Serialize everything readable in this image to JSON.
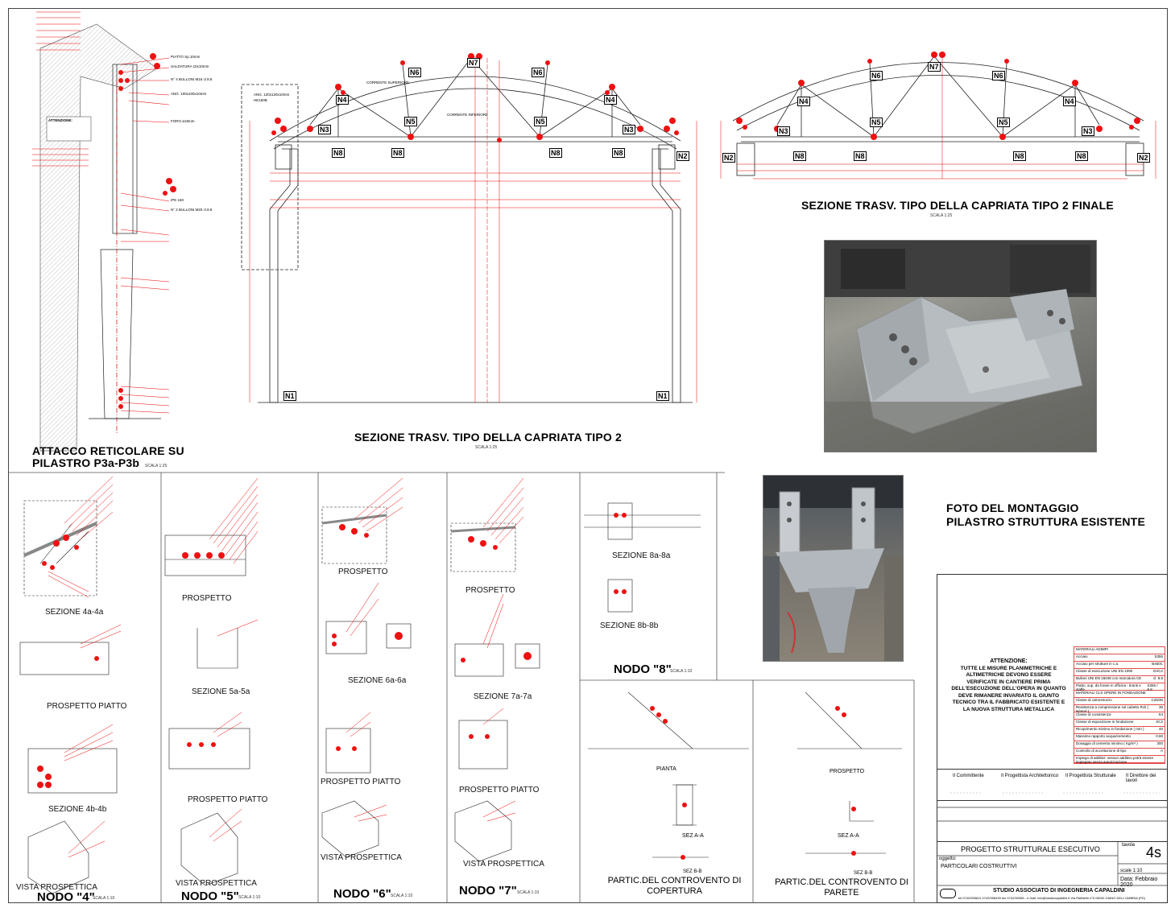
{
  "drawing": {
    "titles": {
      "attacco": "ATTACCO RETICOLARE SU PILASTRO P3a-P3b",
      "attacco_scale": "SCALA 1:25",
      "sezione_tipo2": "SEZIONE TRASV. TIPO DELLA CAPRIATA TIPO 2",
      "sezione_tipo2_scale": "SCALA 1:25",
      "sezione_tipo2_finale": "SEZIONE TRASV. TIPO DELLA CAPRIATA TIPO 2 FINALE",
      "sezione_tipo2_finale_scale": "SCALA 1:25",
      "foto_montaggio_line1": "FOTO DEL MONTAGGIO",
      "foto_montaggio_line2": "PILASTRO STRUTTURA ESISTENTE"
    },
    "truss_nodes": [
      "N1",
      "N2",
      "N3",
      "N4",
      "N5",
      "N6",
      "N7",
      "N8"
    ],
    "attention_header": "ATTENZIONE:",
    "attention_body": "TUTTE LE MISURE PLANIMETRICHE E ALTIMETRICHE DEVONO ESSERE VERIFICATE IN CANTIERE PRIMA DELL'ESECUZIONE DELL'OPERA IN QUANTO DEVE RIMANERE INVARIATO IL GIUNTO TECNICO TRA IL FABBRICATO ESISTENTE E LA NUOVA STRUTTURA METALLICA",
    "details": {
      "sezione_4a": "SEZIONE 4a-4a",
      "prospetto_piatto_4": "PROSPETTO PIATTO",
      "sezione_4b": "SEZIONE 4b-4b",
      "vista_prospettica_4": "VISTA PROSPETTICA",
      "nodo_4": "NODO \"4\"",
      "prospetto_5": "PROSPETTO",
      "sezione_5a": "SEZIONE 5a-5a",
      "prospetto_piatto_5": "PROSPETTO PIATTO",
      "vista_prospettica_5": "VISTA PROSPETTICA",
      "nodo_5": "NODO \"5\"",
      "prospetto_6": "PROSPETTO",
      "sezione_6a": "SEZIONE 6a-6a",
      "prospetto_piatto_6": "PROSPETTO PIATTO",
      "vista_prospettica_6": "VISTA PROSPETTICA",
      "nodo_6": "NODO \"6\"",
      "prospetto_7": "PROSPETTO",
      "sezione_7a": "SEZIONE 7a-7a",
      "prospetto_piatto_7": "PROSPETTO PIATTO",
      "vista_prospettica_7": "VISTA PROSPETTICA",
      "nodo_7": "NODO \"7\"",
      "sezione_8a": "SEZIONE 8a-8a",
      "sezione_8b": "SEZIONE 8b-8b",
      "nodo_8": "NODO \"8\"",
      "pianta": "PIANTA",
      "sez_aa_cop": "SEZ A-A",
      "sez_bb_cop": "SEZ B-B",
      "partic_copertura": "PARTIC.DEL CONTROVENTO DI COPERTURA",
      "prospetto_parete": "PROSPETTO",
      "sez_aa_par": "SEZ A-A",
      "sez_bb_par": "SEZ B-B",
      "partic_parete": "PARTIC.DEL CONTROVENTO DI PARETE",
      "scala_nodo": "SCALA 1:10"
    },
    "annotations": [
      "PIATTO Sp.10mm",
      "SALDATURA 10x10mm",
      "N° 4 BULLONI M16 cl.8.8",
      "ANG. 100x100x10mm",
      "HE160B",
      "FORO ø18mm",
      "IPE 160",
      "ANG. 120x120x10mm",
      "N° 2 BULLONI M20 cl.8.8",
      "CORRENTE SUPERIORE",
      "CORRENTE INFERIORE"
    ]
  },
  "title_block": {
    "signatures": [
      "Il Committente",
      "Il Progettista Architettonico",
      "Il Progettista Strutturale",
      "Il Direttore dei lavori"
    ],
    "project": "PROGETTO STRUTTURALE ESECUTIVO",
    "tavola_label": "tavola",
    "tavola_value": "4s",
    "oggetto_label": "oggetto:",
    "oggetto_value": "PARTICOLARI COSTRUTTIVI",
    "scala": "scale 1:10",
    "data": "Data: Febbraio 2020",
    "studio": "STUDIO ASSOCIATO DI INGEGNERIA CAPALDINI",
    "studio_address": "tel.0742/505811 0742/998435 fax 0742/30056 - e-mail: info@studiocapaldini.it Via Raffaello n°5 06030 GIANO DELL'UMBRIA (PG)"
  },
  "materials": {
    "header": "MATERIALI ADIMPI",
    "rows": [
      [
        "Acciaio",
        "S355"
      ],
      [
        "Acciaio per strutture in c.a.",
        "B450C"
      ],
      [
        "Classe di esecuzione UNI EN 1090",
        "EXC2"
      ],
      [
        "Bulloni UNI EN 15048 con marcatura CE",
        "cl. 8.8"
      ],
      [
        "Piatto, sup. da forare in officina - tiranti e staffe",
        "S355 / 8.8"
      ],
      [
        "MATERIALI CLS OPERE IN FONDAZIONE",
        ""
      ],
      [
        "Classe di calcestruzzo",
        "C25/30"
      ],
      [
        "Resistenza a compressione sul cubetto Rck ( N/mm² )",
        "30"
      ],
      [
        "Classe di consistenza",
        "S4"
      ],
      [
        "Classe di esposizione in fondazione",
        "XC2"
      ],
      [
        "Ricoprimento minimo in fondazione ( mm )",
        "40"
      ],
      [
        "Massimo rapporto acqua/cemento",
        "0.60"
      ],
      [
        "Dosaggio di cemento minimo ( Kg/m³ )",
        "300"
      ],
      [
        "Controllo di accettazione di tipo",
        "A"
      ],
      [
        "Impiego di additivi: nessun additivo potrà essere impiegato senza autorizzazione",
        ""
      ]
    ]
  }
}
